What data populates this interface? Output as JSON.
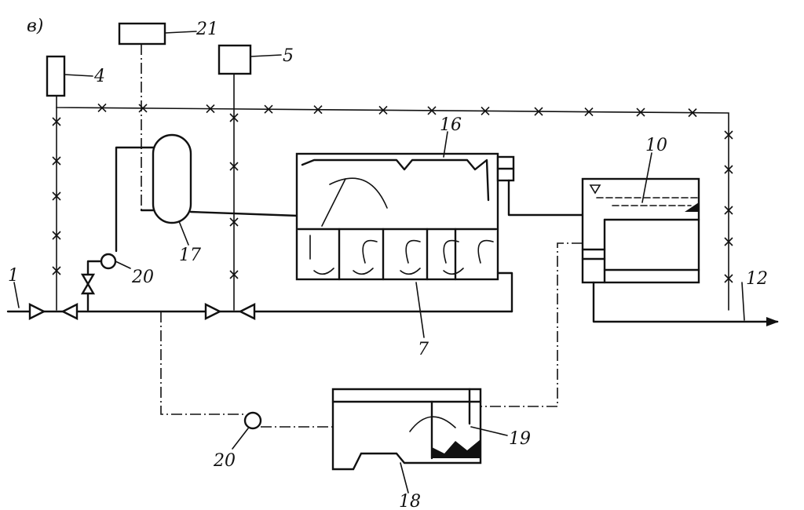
{
  "figure_label": "в)",
  "labels": {
    "inlet": "1",
    "unit4": "4",
    "unit5": "5",
    "tank7": "7",
    "separator10": "10",
    "outlet12": "12",
    "unit16": "16",
    "vessel17": "17",
    "pump20a": "20",
    "pump20b": "20",
    "unit18": "18",
    "sediment19": "19",
    "unit21": "21"
  }
}
